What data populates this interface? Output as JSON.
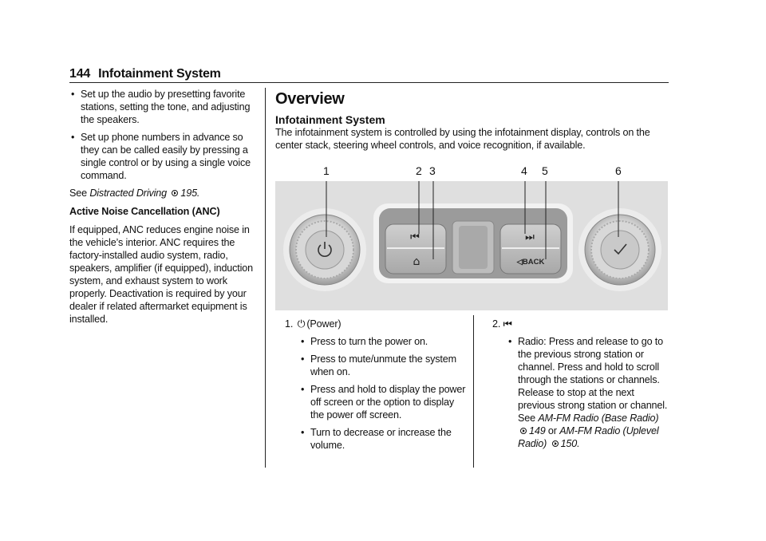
{
  "header": {
    "page_number": "144",
    "section": "Infotainment System"
  },
  "left_column": {
    "bullets": [
      "Set up the audio by presetting favorite stations, setting the tone, and adjusting the speakers.",
      "Set up phone numbers in advance so they can be called easily by pressing a single control or by using a single voice command."
    ],
    "see_prefix": "See",
    "see_link": "Distracted Driving",
    "see_page": "195.",
    "anc_heading": "Active Noise Cancellation (ANC)",
    "anc_text": "If equipped, ANC reduces engine noise in the vehicle’s interior. ANC requires the factory-installed audio system, radio, speakers, amplifier (if equipped), induction system, and exhaust system to work properly. Deactivation is required by your dealer if related aftermarket equipment is installed."
  },
  "overview": {
    "title": "Overview",
    "subtitle": "Infotainment System",
    "intro": "The infotainment system is controlled by using the infotainment display, controls on the center stack, steering wheel controls, and voice recognition, if available."
  },
  "figure": {
    "callouts": [
      "1",
      "2",
      "3",
      "4",
      "5",
      "6"
    ],
    "back_label": "◁BACK"
  },
  "item1": {
    "number": "1.",
    "label": "(Power)",
    "bullets": [
      "Press to turn the power on.",
      "Press to mute/unmute the system when on.",
      "Press and hold to display the power off screen or the option to display the power off screen.",
      "Turn to decrease or increase the volume."
    ]
  },
  "item2": {
    "number": "2.",
    "bullet_text": "Radio: Press and release to go to the previous strong station or channel. Press and hold to scroll through the stations or channels. Release to stop at the next previous strong station or channel. See",
    "link1": "AM-FM Radio (Base Radio)",
    "page1": "149",
    "or": "or",
    "link2": "AM-FM Radio (Uplevel Radio)",
    "page2": "150."
  }
}
